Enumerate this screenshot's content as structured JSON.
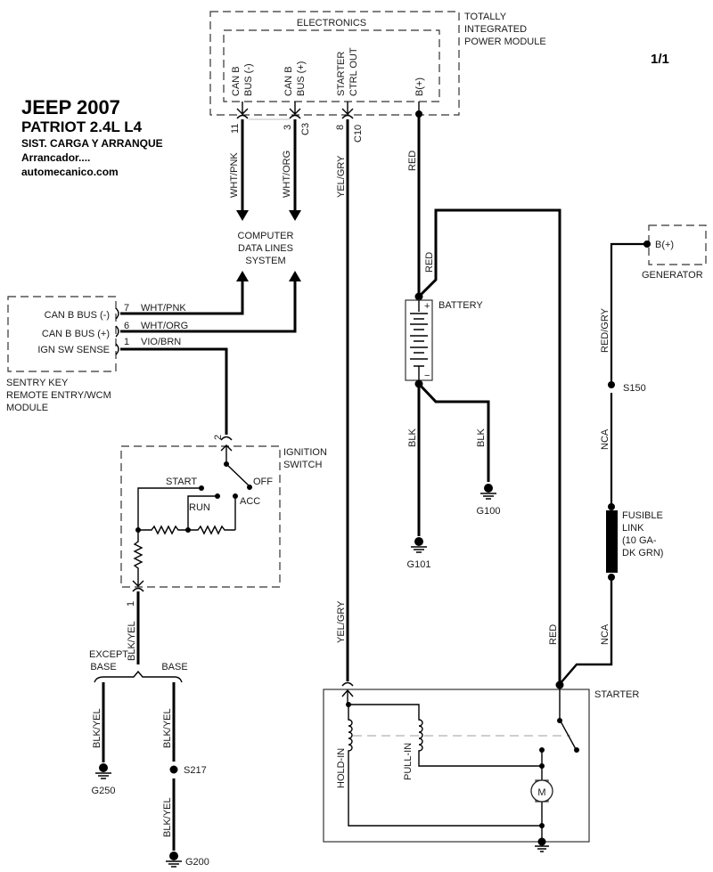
{
  "header": {
    "title": "JEEP 2007",
    "model": "PATRIOT  2.4L  L4",
    "system": "SIST. CARGA Y ARRANQUE",
    "component": "Arrancador....",
    "site": "automecanico.com",
    "page": "1/1"
  },
  "tipm": {
    "name_lines": [
      "TOTALLY",
      "INTEGRATED",
      "POWER MODULE"
    ],
    "inner_label": "ELECTRONICS",
    "pins": [
      {
        "label_lines": [
          "CAN B",
          "BUS (-)"
        ],
        "pin": "11",
        "connector": ""
      },
      {
        "label_lines": [
          "CAN B",
          "BUS (+)"
        ],
        "pin": "3",
        "connector": "C3"
      },
      {
        "label_lines": [
          "STARTER",
          "CTRL OUT"
        ],
        "pin": "8",
        "connector": "C10"
      },
      {
        "label_lines": [
          "B(+)"
        ],
        "pin": "",
        "connector": ""
      }
    ]
  },
  "wires": {
    "tipm_can_minus": "WHT/PNK",
    "tipm_can_plus": "WHT/ORG",
    "starter_ctrl_top": "YEL/GRY",
    "starter_ctrl_bottom": "YEL/GRY",
    "tipm_bplus": "RED",
    "battery_feed": "RED",
    "battery_ground_1": "BLK",
    "battery_ground_2": "BLK",
    "generator_out": "RED/GRY",
    "fusible_in": "NCA",
    "fusible_out": "NCA",
    "starter_feed": "RED",
    "ign_out": "BLK/YEL",
    "except_base": "BLK/YEL",
    "base_upper": "BLK/YEL",
    "base_lower": "BLK/YEL"
  },
  "data_lines": {
    "label_lines": [
      "COMPUTER",
      "DATA LINES",
      "SYSTEM"
    ]
  },
  "wcm": {
    "name_lines": [
      "SENTRY KEY",
      "REMOTE ENTRY/WCM",
      "MODULE"
    ],
    "pins": [
      {
        "label": "CAN B BUS (-)",
        "pin": "7",
        "wire": "WHT/PNK"
      },
      {
        "label": "CAN B BUS (+)",
        "pin": "6",
        "wire": "WHT/ORG"
      },
      {
        "label": "IGN SW SENSE",
        "pin": "1",
        "wire": "VIO/BRN"
      }
    ]
  },
  "ignition": {
    "name_lines": [
      "IGNITION",
      "SWITCH"
    ],
    "pin_in": "2",
    "pin_out": "1",
    "positions": [
      "START",
      "RUN",
      "ACC",
      "OFF"
    ]
  },
  "branches": {
    "except_base_lines": [
      "EXCEPT",
      "BASE"
    ],
    "base": "BASE",
    "splice": "S217",
    "ground_1": "G250",
    "ground_2": "G200"
  },
  "battery": {
    "label": "BATTERY",
    "plus": "+",
    "minus": "−",
    "ground_1": "G101",
    "ground_2": "G100"
  },
  "generator": {
    "label": "GENERATOR",
    "terminal": "B(+)",
    "splice": "S150"
  },
  "fusible_link": {
    "label_lines": [
      "FUSIBLE",
      "LINK",
      "(10 GA-",
      "DK GRN)"
    ]
  },
  "starter": {
    "label": "STARTER",
    "hold_in": "HOLD-IN",
    "pull_in": "PULL-IN",
    "motor": "M"
  }
}
